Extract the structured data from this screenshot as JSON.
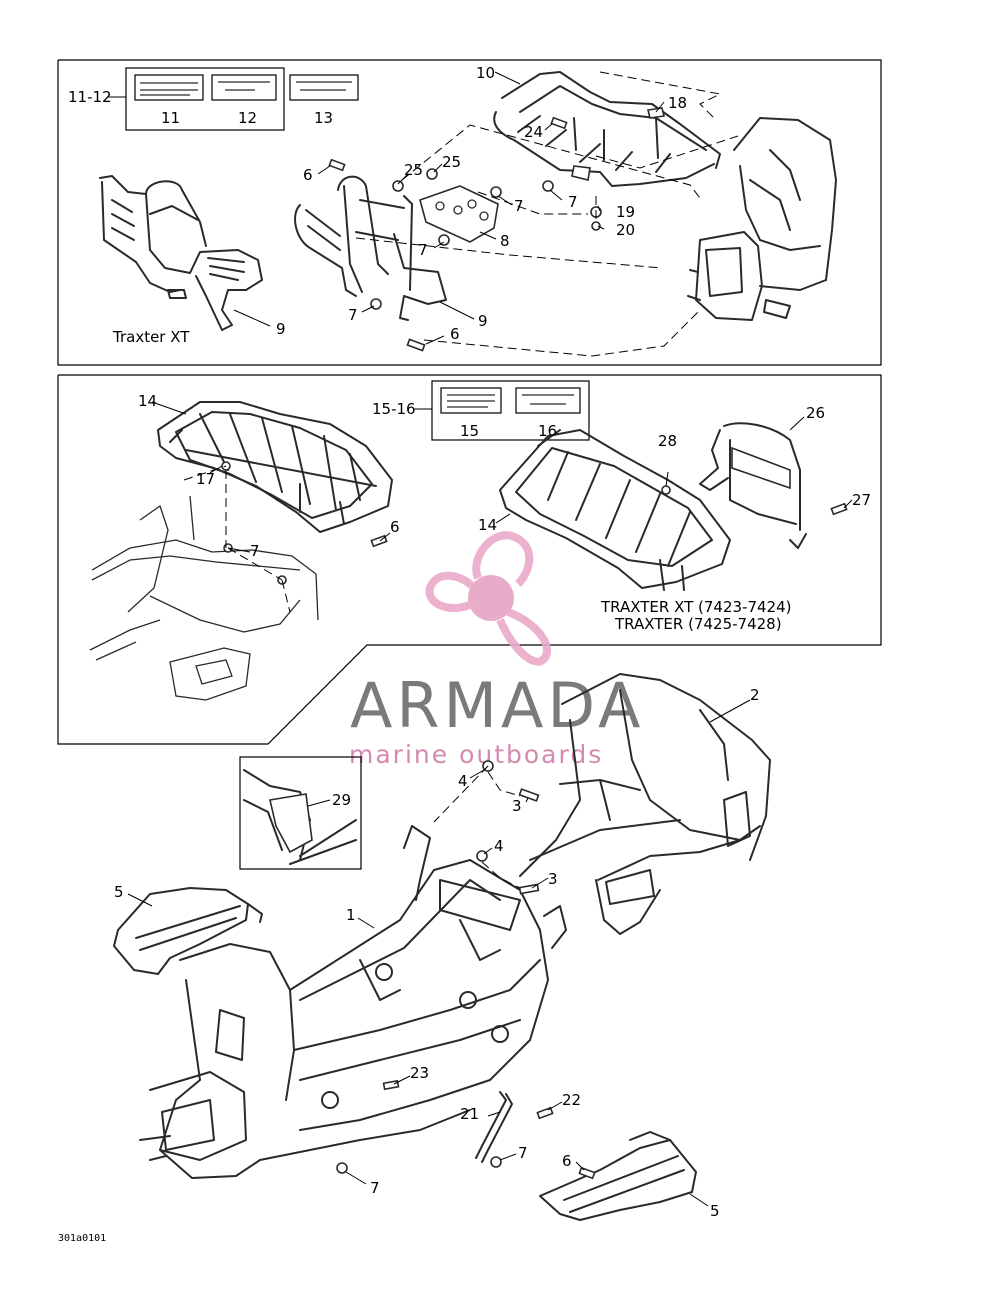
{
  "diagram": {
    "labels": {
      "p11_12": "11-12",
      "p11": "11",
      "p12": "12",
      "p13": "13",
      "p10": "10",
      "p18": "18",
      "p24": "24",
      "p19": "19",
      "p20": "20",
      "p6a": "6",
      "p25a": "25",
      "p25b": "25",
      "p7a": "7",
      "p7b": "7",
      "p7c": "7",
      "p8": "8",
      "p7d": "7",
      "p9a": "9",
      "p9b": "9",
      "p6b": "6",
      "p14a": "14",
      "p15_16": "15-16",
      "p15": "15",
      "p16": "16",
      "p17": "17",
      "p6c": "6",
      "p7e": "7",
      "p26": "26",
      "p28": "28",
      "p27": "27",
      "p14b": "14",
      "p2": "2",
      "p4a": "4",
      "p3a": "3",
      "p29": "29",
      "p4b": "4",
      "p3b": "3",
      "p5a": "5",
      "p1": "1",
      "p23": "23",
      "p22": "22",
      "p21": "21",
      "p7f": "7",
      "p6d": "6",
      "p7g": "7",
      "p5b": "5"
    },
    "captions": {
      "traxter_xt": "Traxter XT",
      "traxter_xt_range": "TRAXTER XT (7423-7424)",
      "traxter_range": "TRAXTER (7425-7428)"
    },
    "drawing_code": "301a0101"
  },
  "watermark": {
    "brand": "ARMADA",
    "tagline": "marine outboards",
    "colors": {
      "propeller": "#e9a9c8",
      "hub": "#e6a3c3",
      "brand": "#7a7a7a",
      "tagline": "#d48ab0"
    }
  }
}
